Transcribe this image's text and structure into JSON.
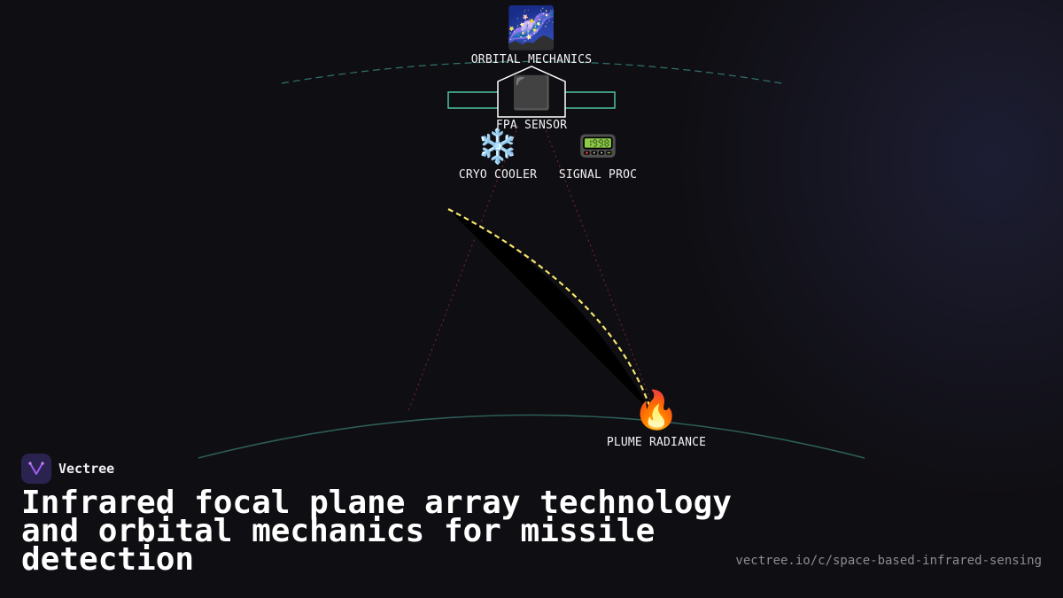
{
  "diagram": {
    "nodes": [
      {
        "id": "orbital",
        "label": "ORBITAL MECHANICS",
        "icon": "milky-way-icon",
        "glyph": "🌌"
      },
      {
        "id": "fpa",
        "label": "FPA SENSOR",
        "icon": "black-square-icon",
        "glyph": "⬛"
      },
      {
        "id": "cryo",
        "label": "CRYO COOLER",
        "icon": "snowflake-icon",
        "glyph": "❄️"
      },
      {
        "id": "signal",
        "label": "SIGNAL PROC",
        "icon": "pager-icon",
        "glyph": "📟"
      },
      {
        "id": "plume",
        "label": "PLUME RADIANCE",
        "icon": "fire-icon",
        "glyph": "🔥"
      }
    ],
    "colors": {
      "orbit_arc": "#3a8f86",
      "earth_arc": "#2d5e58",
      "satellite": "#4fc3a1",
      "trajectory": "#f5e56b",
      "sight_lines": "#7a2a2f"
    }
  },
  "brand": {
    "name": "Vectree"
  },
  "headline": "Infrared focal plane array technology and orbital mechanics for missile detection",
  "url": "vectree.io/c/space-based-infrared-sensing"
}
